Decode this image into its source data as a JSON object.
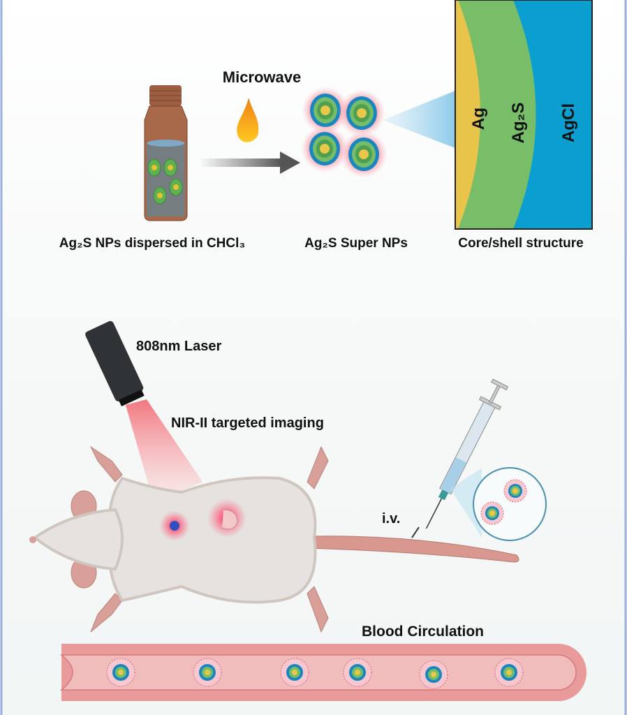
{
  "top": {
    "heating_label": "Microwave",
    "vial_caption": "Ag₂S NPs dispersed in CHCl₃",
    "super_nps_caption": "Ag₂S Super NPs",
    "core_shell_caption": "Core/shell structure",
    "layers": [
      "Ag",
      "Ag₂S",
      "AgCl"
    ]
  },
  "bottom": {
    "laser_label": "808nm Laser",
    "imaging_label": "NIR-II targeted imaging",
    "injection_label": "i.v.",
    "circulation_label": "Blood Circulation"
  },
  "colors": {
    "ag": "#e8c44a",
    "ag2s": "#78bd68",
    "agcl": "#0a9fd0",
    "vial": "#a8684a",
    "vessel": "#e99a9a",
    "laser": "#f06c74"
  }
}
